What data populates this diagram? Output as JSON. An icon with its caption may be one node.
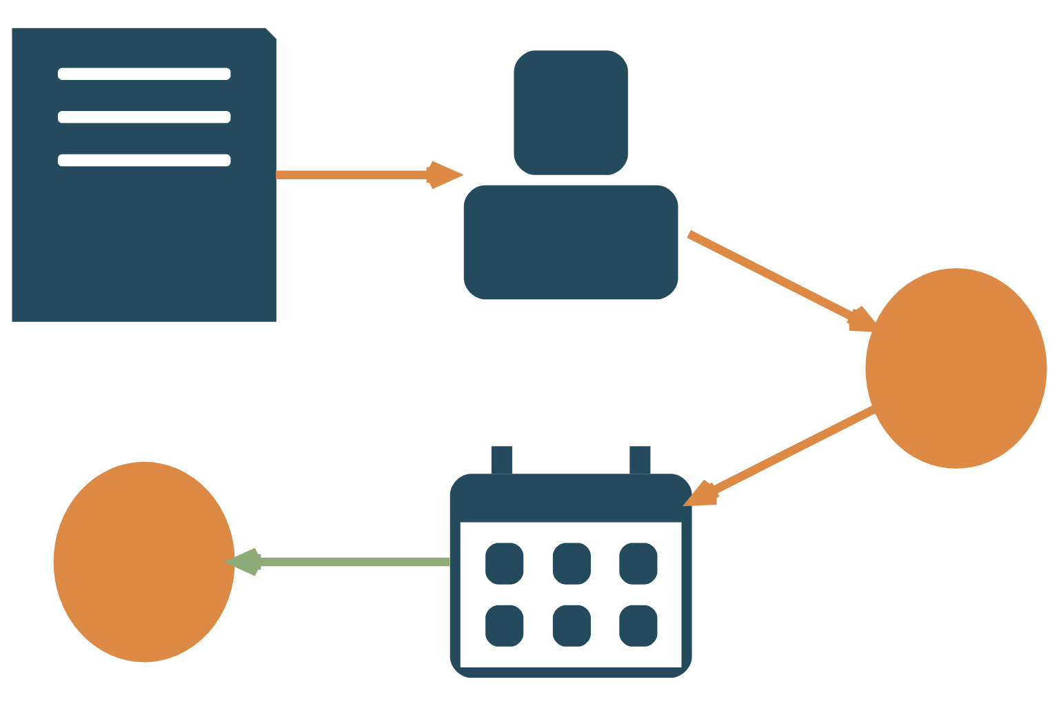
{
  "diagram": {
    "nodes": [
      {
        "text": [],
        "shape": "document"
      },
      {
        "text": [],
        "shape": "person"
      },
      {
        "text": [],
        "shape": "circle"
      },
      {
        "text": [],
        "shape": "calendar"
      },
      {
        "text": [],
        "shape": "circle"
      }
    ],
    "edges": [
      {
        "from": 0,
        "to": 1,
        "arrow": "to"
      },
      {
        "from": 1,
        "to": 2,
        "arrow": "to"
      },
      {
        "from": 2,
        "to": 3,
        "arrow": "to"
      },
      {
        "from": 3,
        "to": 4,
        "arrow": "to",
        "color": "#8fab77"
      }
    ]
  }
}
